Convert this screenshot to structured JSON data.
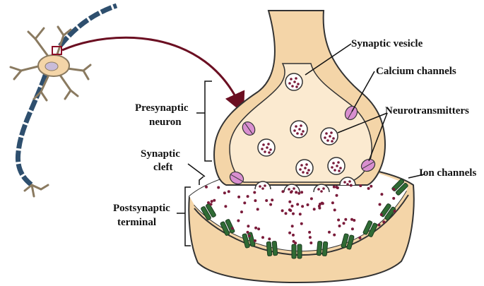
{
  "labels": {
    "synaptic_vesicle": "Synaptic vesicle",
    "calcium_channels": "Calcium channels",
    "neurotransmitters": "Neurotransmitters",
    "ion_channels": "Ion channels",
    "presynaptic_line1": "Presynaptic",
    "presynaptic_line2": "neuron",
    "cleft_line1": "Synaptic",
    "cleft_line2": "cleft",
    "postsynaptic_line1": "Postsynaptic",
    "postsynaptic_line2": "terminal"
  },
  "colors": {
    "cell_fill": "#f4d5a8",
    "cell_outline": "#333333",
    "vesicle_dot": "#7a1b3a",
    "calcium_channel": "#d98fd0",
    "ion_channel": "#2f6b34",
    "arrow": "#6b0f22",
    "axon": "#2e4f6e"
  }
}
